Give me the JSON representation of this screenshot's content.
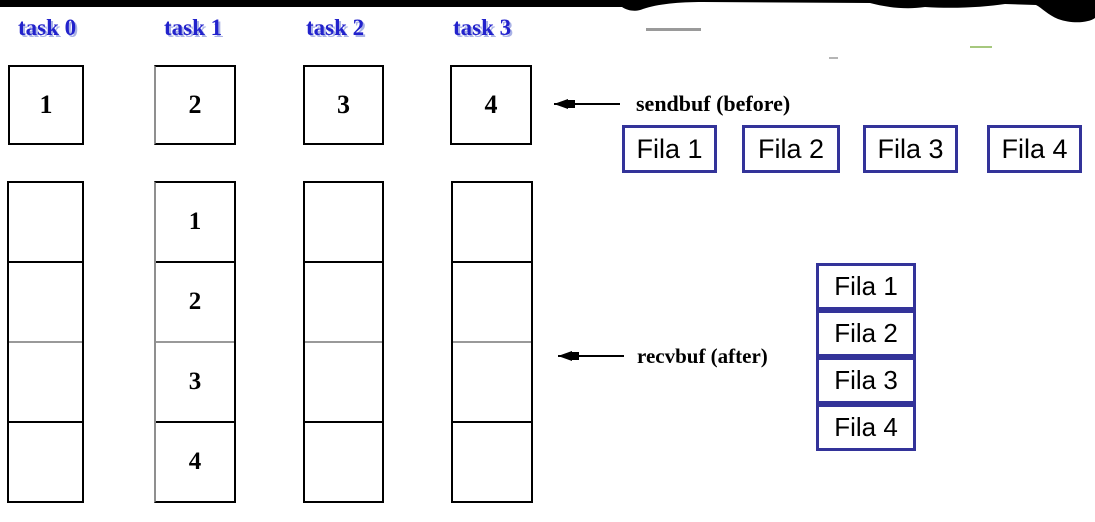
{
  "tasks": [
    {
      "label": "task 0",
      "sendbuf": "1",
      "recvbuf": [
        "",
        "",
        "",
        ""
      ]
    },
    {
      "label": "task 1",
      "sendbuf": "2",
      "recvbuf": [
        "1",
        "2",
        "3",
        "4"
      ]
    },
    {
      "label": "task 2",
      "sendbuf": "3",
      "recvbuf": [
        "",
        "",
        "",
        ""
      ]
    },
    {
      "label": "task 3",
      "sendbuf": "4",
      "recvbuf": [
        "",
        "",
        "",
        ""
      ]
    }
  ],
  "annotations": {
    "sendbuf": "sendbuf (before)",
    "recvbuf": "recvbuf (after)"
  },
  "fila_row": [
    "Fila 1",
    "Fila 2",
    "Fila 3",
    "Fila 4"
  ],
  "fila_stack": [
    "Fila 1",
    "Fila 2",
    "Fila 3",
    "Fila 4"
  ],
  "colors": {
    "task_label": "#2222cc",
    "task_label_shadow": "#a9b2e6",
    "fila_border": "#333399",
    "box_border": "#000000",
    "gray_divider": "#999999",
    "top_band": "#000000"
  }
}
